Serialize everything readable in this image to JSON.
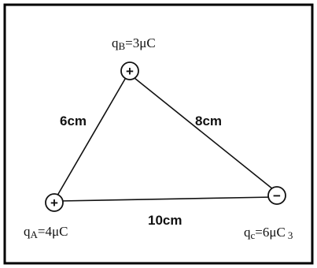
{
  "charges": {
    "A": {
      "symbol": "q",
      "subscript": "A",
      "value": "=4μC",
      "sign": "+"
    },
    "B": {
      "symbol": "q",
      "subscript": "B",
      "value": "=3μC",
      "sign": "+"
    },
    "C": {
      "symbol": "q",
      "subscript": "c",
      "value": "=6μC",
      "suffix": "3",
      "sign": "−"
    }
  },
  "sides": {
    "AB": "6cm",
    "BC": "8cm",
    "AC": "10cm"
  },
  "colors": {
    "ink": "#111111",
    "border": "#000000",
    "background": "#ffffff"
  }
}
